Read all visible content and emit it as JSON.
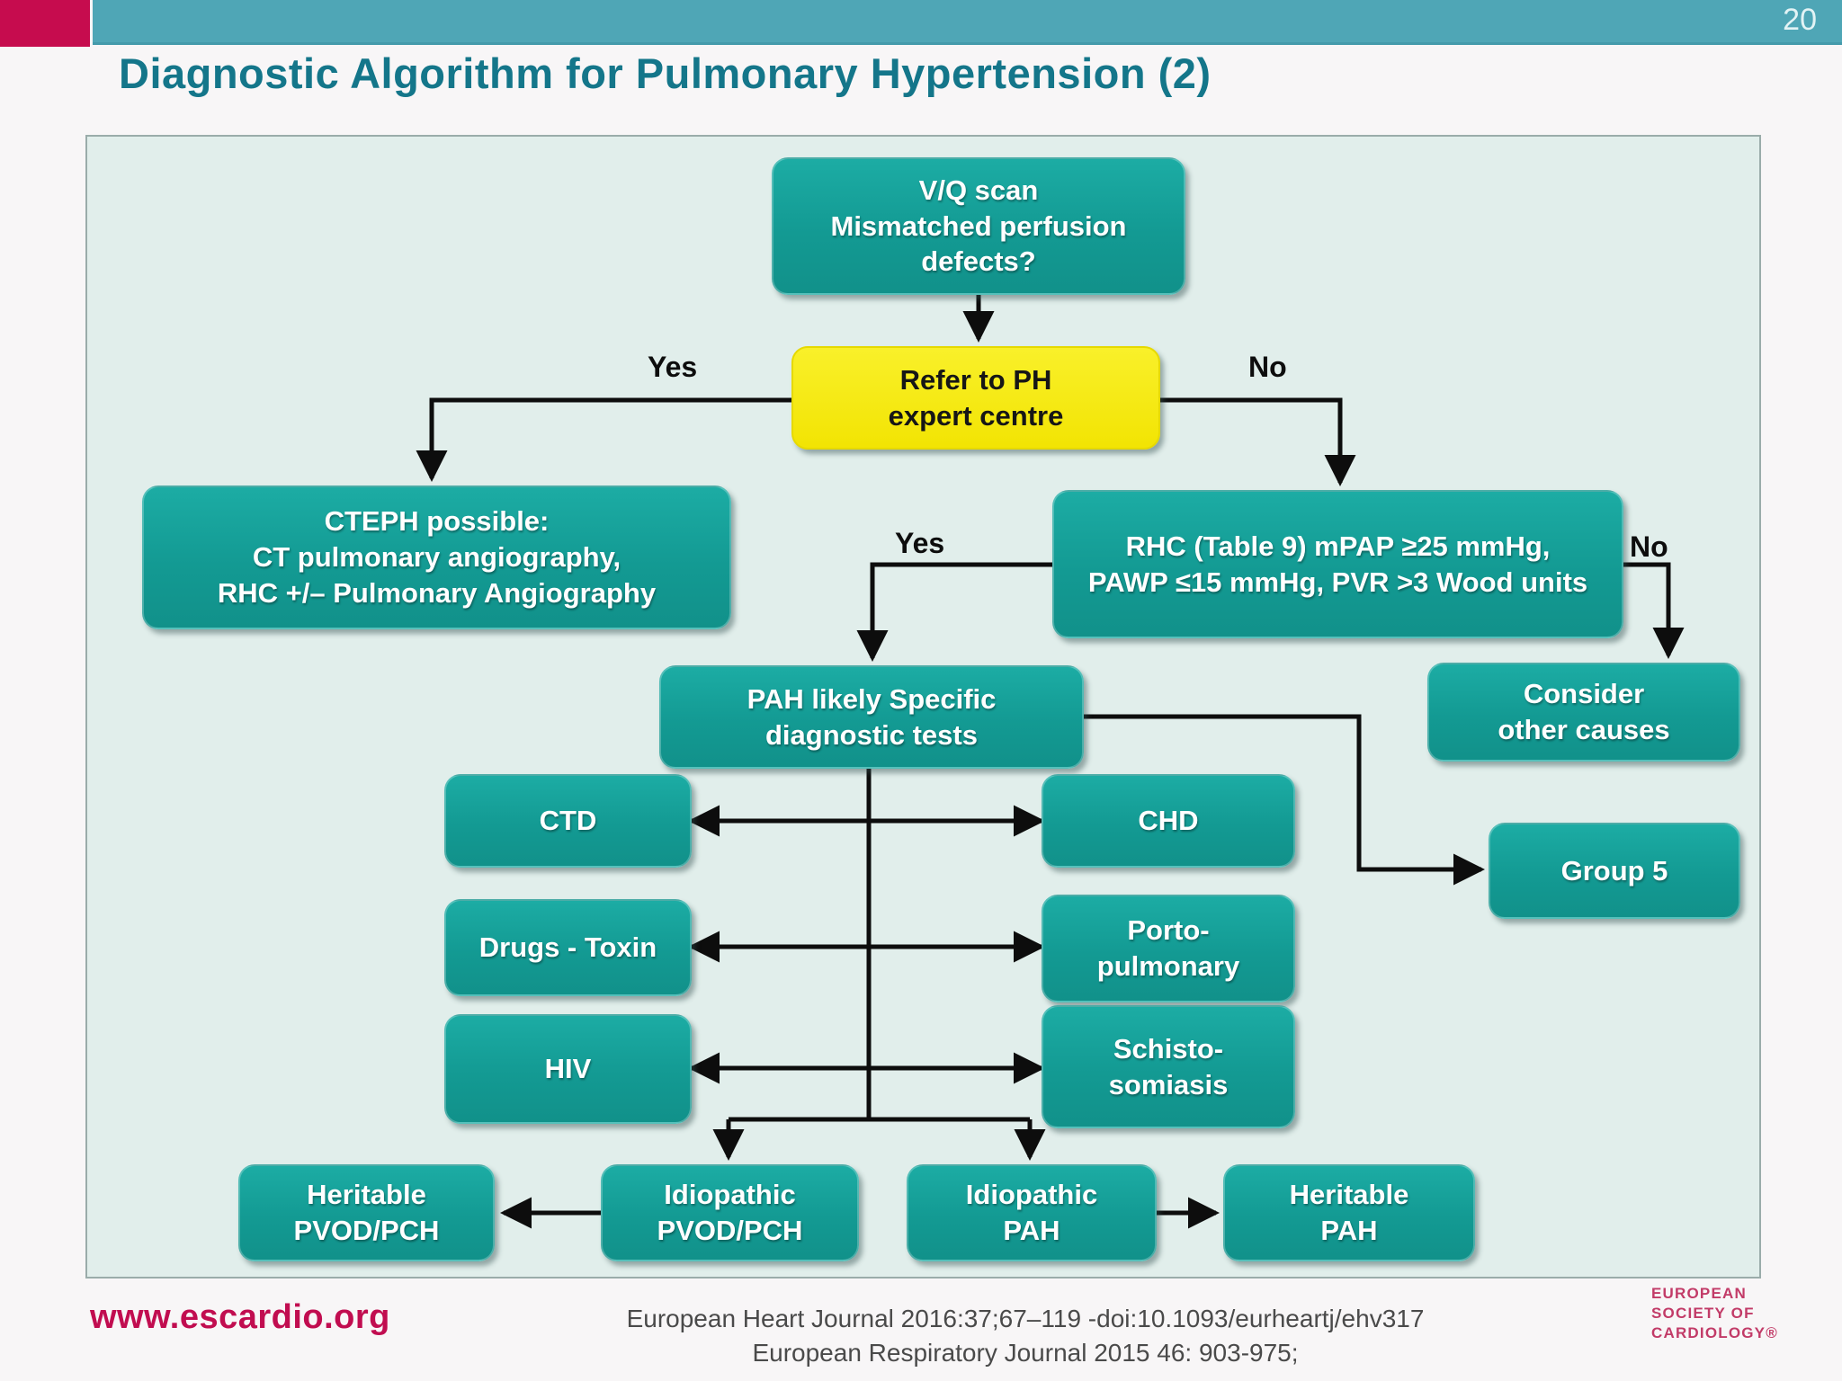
{
  "page": {
    "number": "20"
  },
  "title": "Diagnostic Algorithm for Pulmonary Hypertension (2)",
  "colors": {
    "node_teal": "#139a93",
    "node_yellow": "#f2e403",
    "banner_teal": "#4fa6b6",
    "accent_crimson": "#c60c4e",
    "title_teal": "#14768a",
    "panel_background": "#e1eeeb",
    "connector_black": "#0d0d0d"
  },
  "flowchart": {
    "nodes": {
      "vq_scan": {
        "label": "V/Q scan\nMismatched perfusion\ndefects?"
      },
      "refer_ph": {
        "label": "Refer to PH\nexpert centre"
      },
      "cteph": {
        "label": "CTEPH possible:\nCT pulmonary angiography,\nRHC +/– Pulmonary Angiography"
      },
      "rhc": {
        "label": "RHC (Table 9) mPAP ≥25 mmHg,\nPAWP ≤15 mmHg, PVR >3 Wood units"
      },
      "pah_likely": {
        "label": "PAH likely Specific\ndiagnostic tests"
      },
      "consider_other": {
        "label": "Consider\nother causes"
      },
      "group5": {
        "label": "Group 5"
      },
      "ctd": {
        "label": "CTD"
      },
      "chd": {
        "label": "CHD"
      },
      "drugs_toxin": {
        "label": "Drugs - Toxin"
      },
      "porto_pulmonary": {
        "label": "Porto-\npulmonary"
      },
      "hiv": {
        "label": "HIV"
      },
      "schistosomiasis": {
        "label": "Schisto-\nsomiasis"
      },
      "heritable_pvod": {
        "label": "Heritable\nPVOD/PCH"
      },
      "idiopathic_pvod": {
        "label": "Idiopathic\nPVOD/PCH"
      },
      "idiopathic_pah": {
        "label": "Idiopathic\nPAH"
      },
      "heritable_pah": {
        "label": "Heritable\nPAH"
      }
    },
    "edge_labels": {
      "yes_top": "Yes",
      "no_top": "No",
      "yes_mid": "Yes",
      "no_mid": "No"
    }
  },
  "footer": {
    "website": "www.escardio.org",
    "citation_line1": "European Heart Journal 2016:37;67–119 -doi:10.1093/eurheartj/ehv317",
    "citation_line2": "European Respiratory Journal 2015 46: 903-975;",
    "logo_line1": "EUROPEAN",
    "logo_line2": "SOCIETY OF",
    "logo_line3": "CARDIOLOGY®"
  }
}
